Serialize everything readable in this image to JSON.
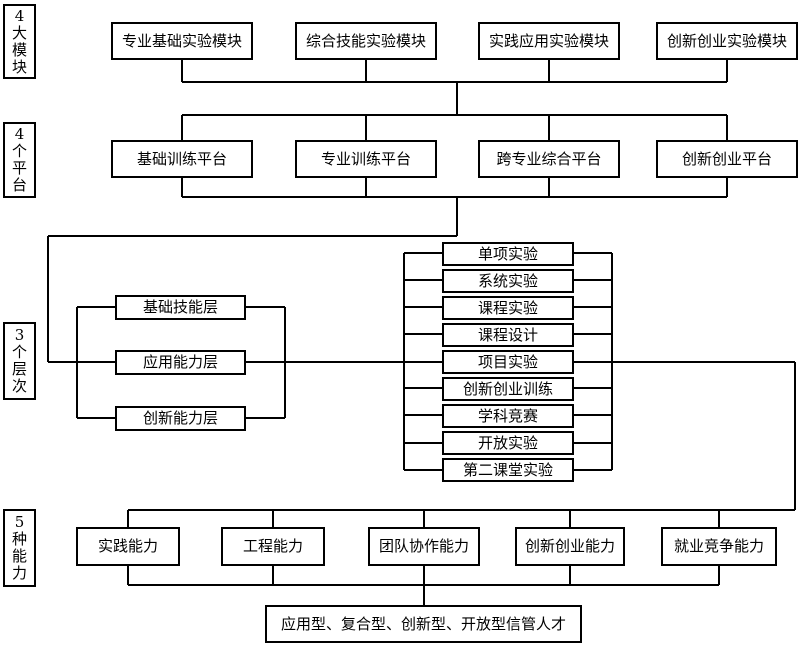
{
  "left_labels": [
    {
      "text": "4大模块"
    },
    {
      "text": "4个平台"
    },
    {
      "text": "3个层次"
    },
    {
      "text": "5种能力"
    }
  ],
  "modules": [
    "专业基础实验模块",
    "综合技能实验模块",
    "实践应用实验模块",
    "创新创业实验模块"
  ],
  "platforms": [
    "基础训练平台",
    "专业训练平台",
    "跨专业综合平台",
    "创新创业平台"
  ],
  "levels": [
    "基础技能层",
    "应用能力层",
    "创新能力层"
  ],
  "experiments": [
    "单项实验",
    "系统实验",
    "课程实验",
    "课程设计",
    "项目实验",
    "创新创业训练",
    "学科竞赛",
    "开放实验",
    "第二课堂实验"
  ],
  "abilities": [
    "实践能力",
    "工程能力",
    "团队协作能力",
    "创新创业能力",
    "就业竞争能力"
  ],
  "talent": "应用型、复合型、创新型、开放型信管人才"
}
